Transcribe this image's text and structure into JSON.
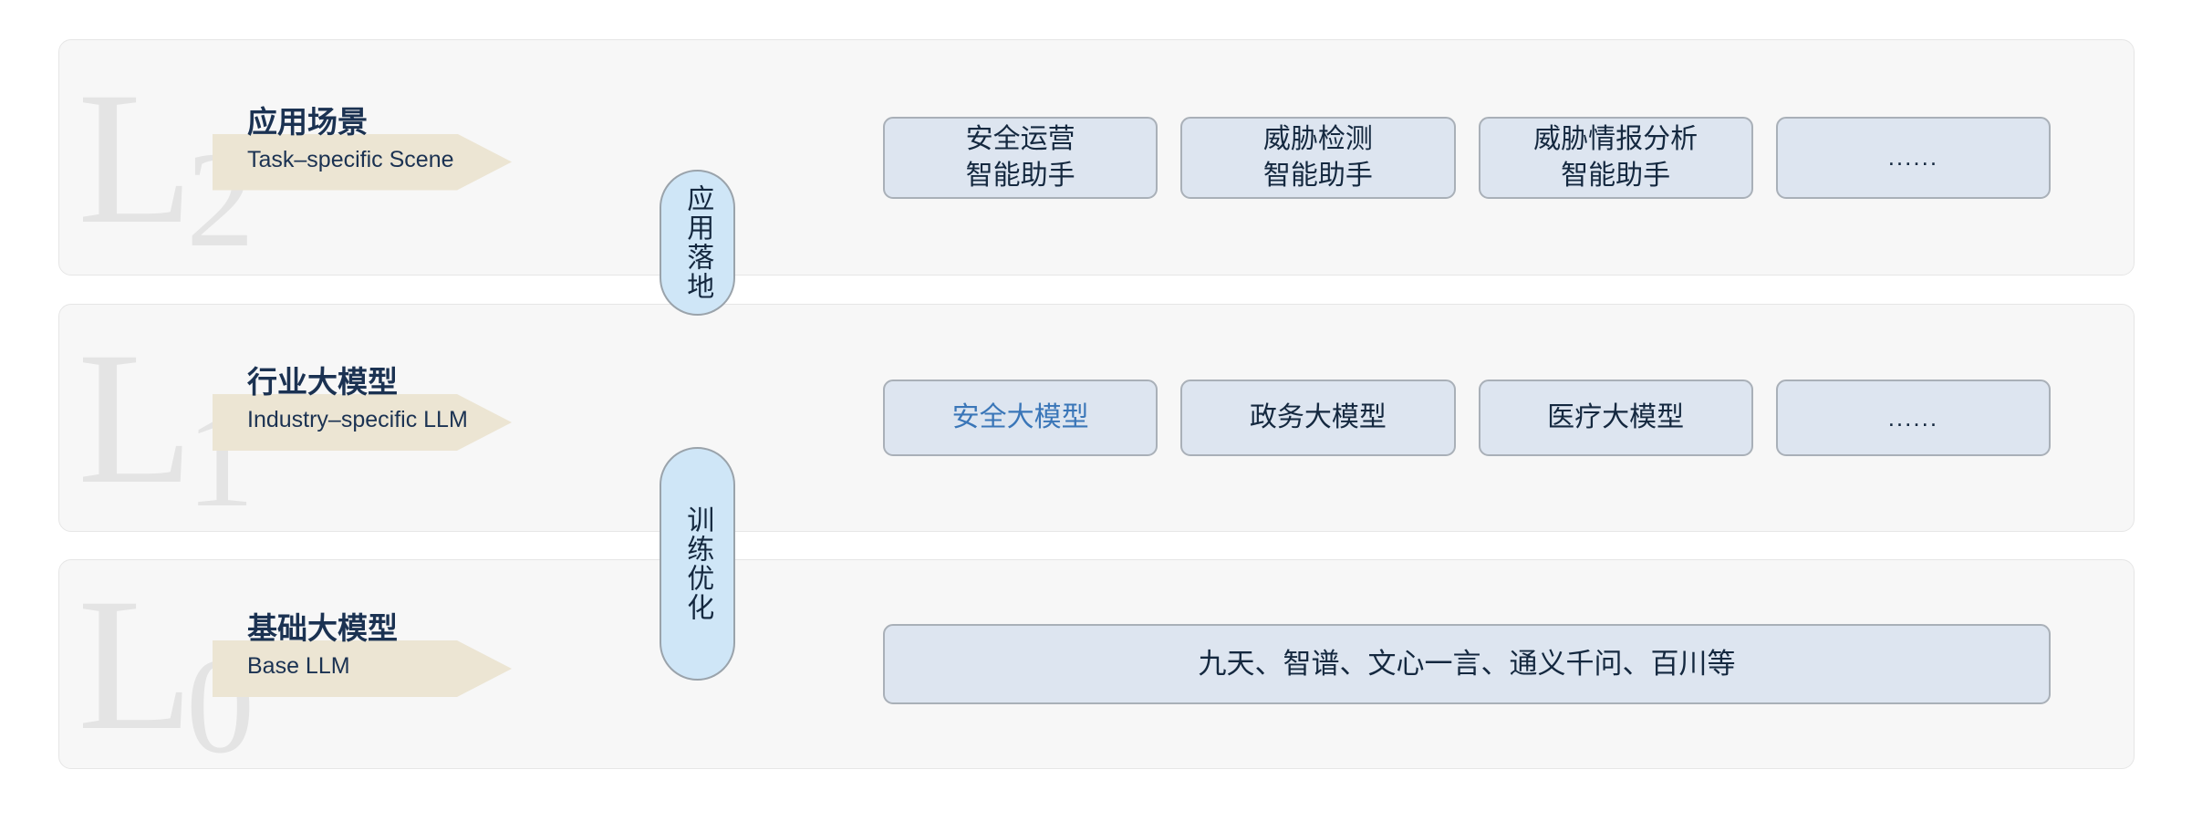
{
  "layers": [
    {
      "id": "l2",
      "watermark_letter": "L",
      "watermark_sub": "2",
      "title_cn": "应用场景",
      "title_en": "Task–specific Scene",
      "cards": [
        {
          "label": "安全运营\n智能助手",
          "accent": false
        },
        {
          "label": "威胁检测\n智能助手",
          "accent": false
        },
        {
          "label": "威胁情报分析\n智能助手",
          "accent": false
        },
        {
          "label": "......",
          "accent": false,
          "ellipsis": true
        }
      ]
    },
    {
      "id": "l1",
      "watermark_letter": "L",
      "watermark_sub": "1",
      "title_cn": "行业大模型",
      "title_en": "Industry–specific LLM",
      "cards": [
        {
          "label": "安全大模型",
          "accent": true
        },
        {
          "label": "政务大模型",
          "accent": false
        },
        {
          "label": "医疗大模型",
          "accent": false
        },
        {
          "label": "......",
          "accent": false,
          "ellipsis": true
        }
      ]
    },
    {
      "id": "l0",
      "watermark_letter": "L",
      "watermark_sub": "0",
      "title_cn": "基础大模型",
      "title_en": "Base LLM",
      "cards": [
        {
          "label": "九天、智谱、文心一言、通义千问、百川等",
          "accent": false
        }
      ]
    }
  ],
  "connectors": [
    {
      "id": "apply",
      "label": "应用落地"
    },
    {
      "id": "train",
      "label": "训练优化"
    }
  ],
  "colors": {
    "panel_bg": "#f7f7f7",
    "watermark": "#e4e4e4",
    "arrow_banner": "#ece5d3",
    "title_text": "#1b3252",
    "card_bg": "#dde5f0",
    "card_border": "#a9b0b8",
    "card_text": "#14283f",
    "accent_text": "#3a76b8",
    "pill_bg": "#cfe6f7",
    "pill_border": "#9aa3ab"
  }
}
